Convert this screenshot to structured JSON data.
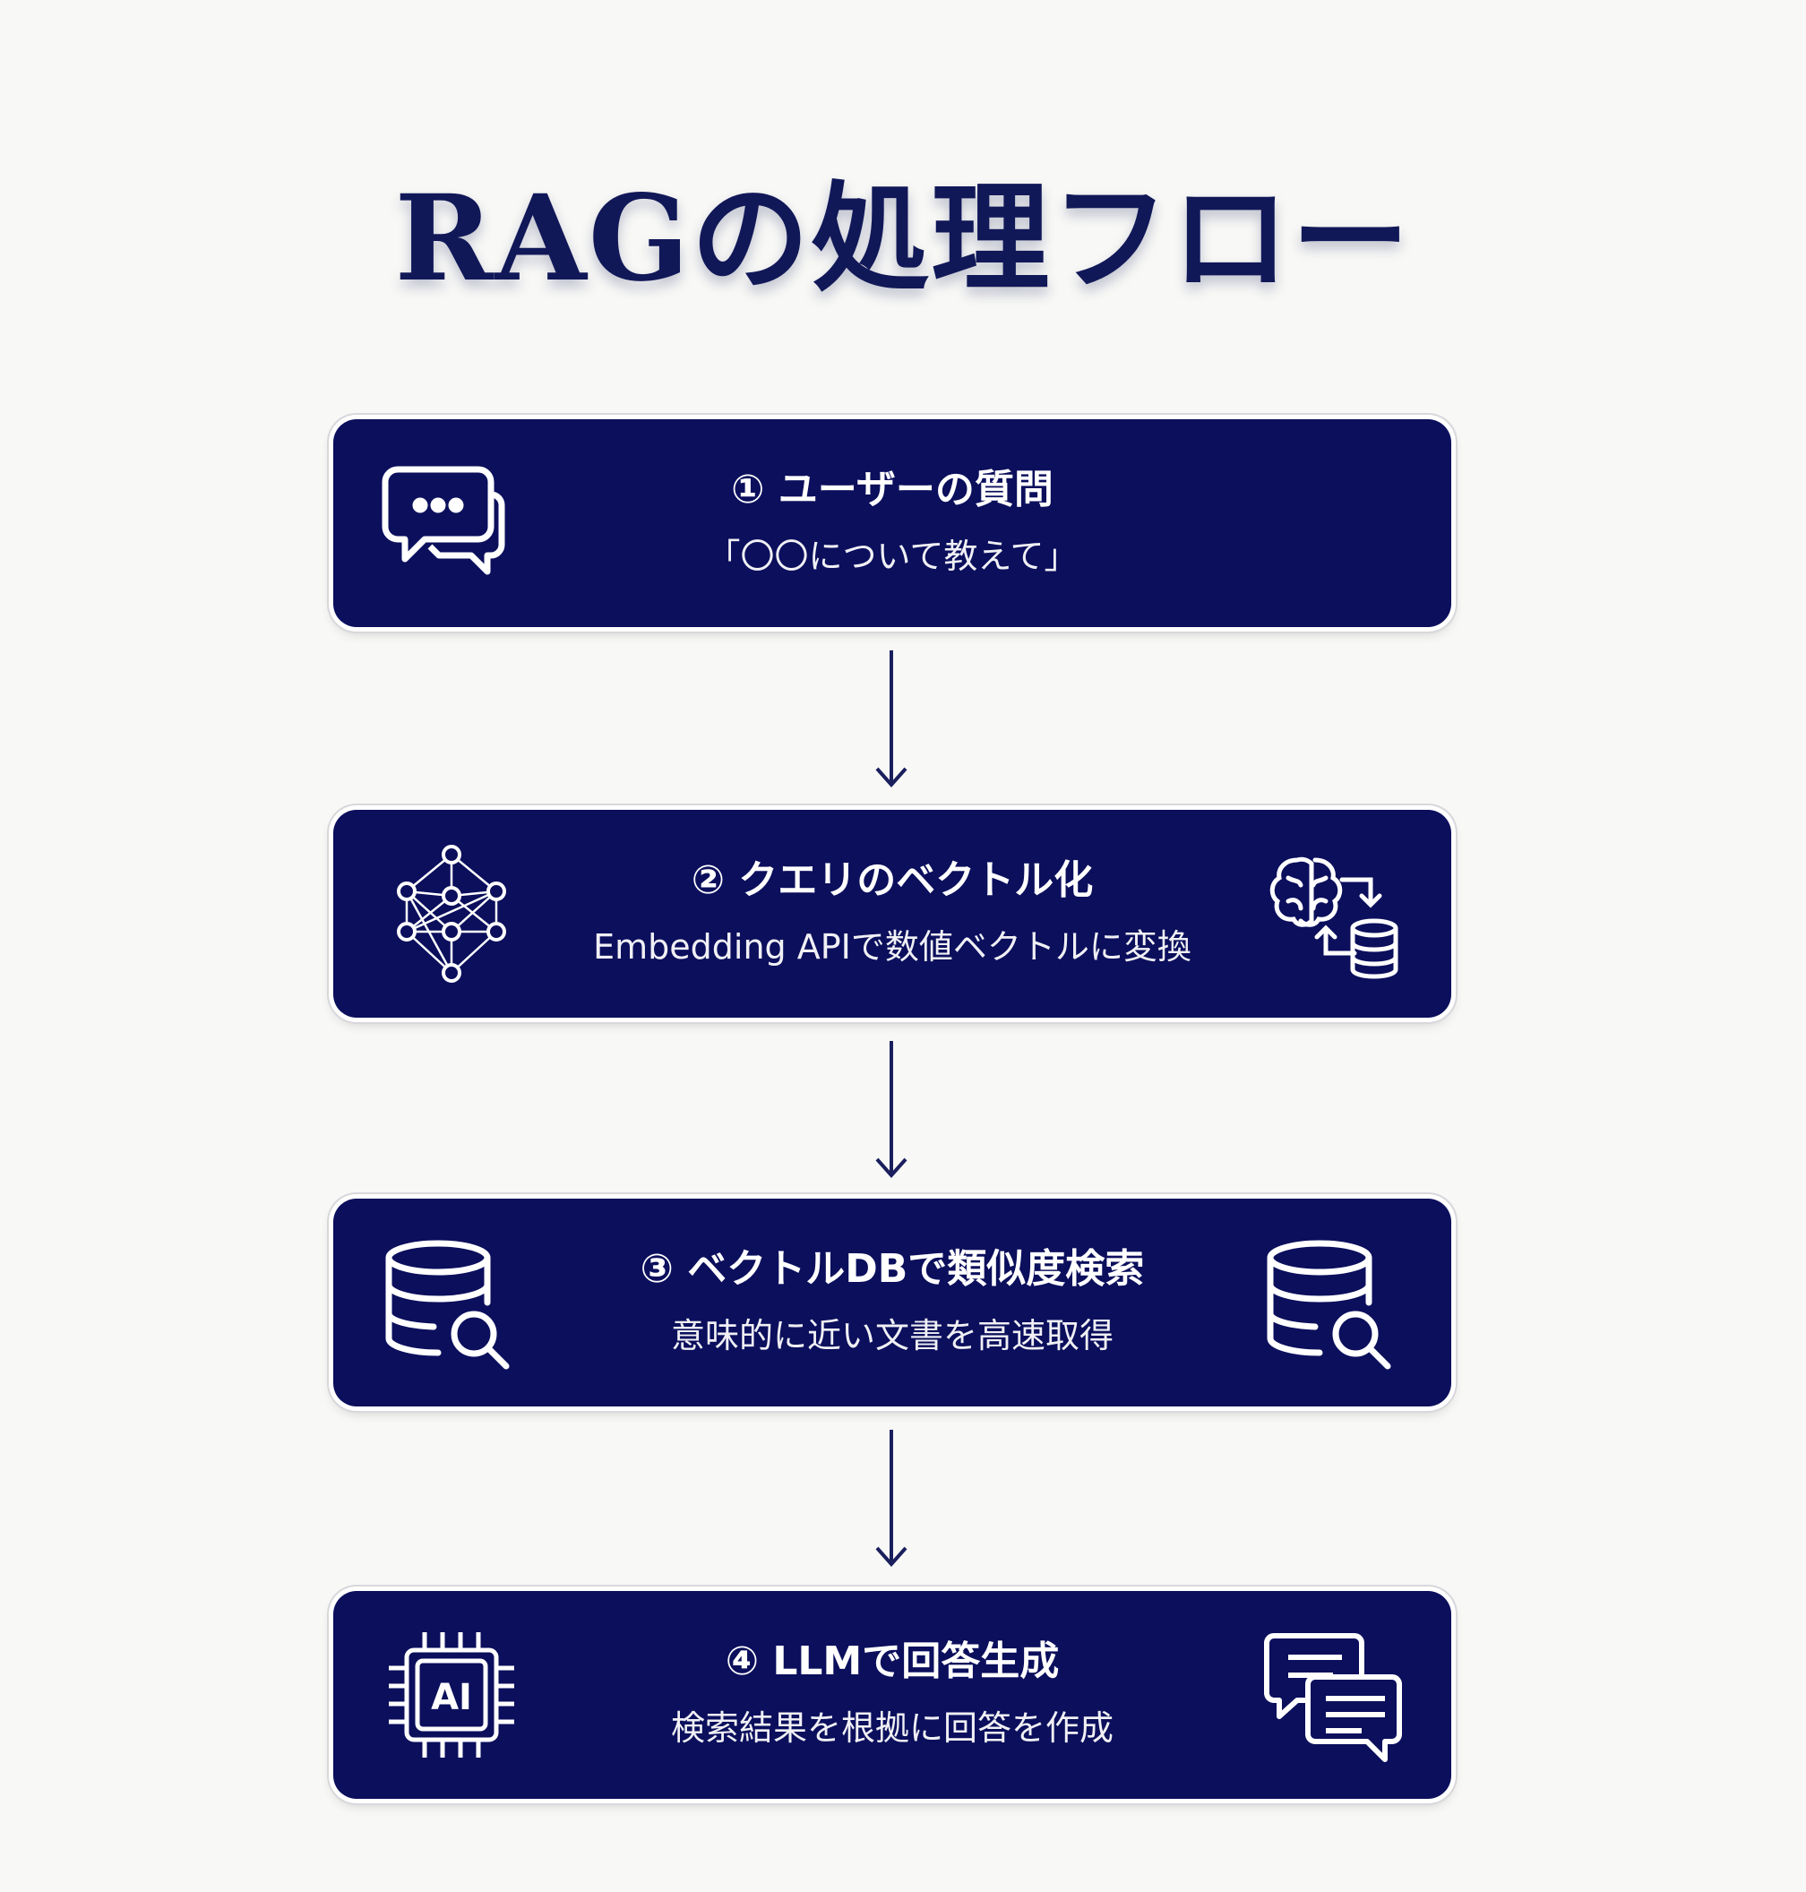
{
  "title": "RAGの処理フロー",
  "steps": [
    {
      "title": "① ユーザーの質問",
      "subtitle": "「〇〇について教えて」",
      "left_icon": "chat-bubbles-icon"
    },
    {
      "title": "② クエリのベクトル化",
      "subtitle": "Embedding APIで数値ベクトルに変換",
      "left_icon": "neural-network-icon",
      "right_icon": "brain-database-cycle-icon"
    },
    {
      "title": "③ ベクトルDBで類似度検索",
      "subtitle": "意味的に近い文書を高速取得",
      "left_icon": "database-search-icon",
      "right_icon": "database-search-icon"
    },
    {
      "title": "④ LLMで回答生成",
      "subtitle": "検索結果を根拠に回答を作成",
      "left_icon": "ai-chip-icon",
      "right_icon": "message-bubbles-icon"
    }
  ],
  "colors": {
    "box": "#0b0f5c",
    "title": "#111858",
    "background": "#f8f8f6"
  }
}
